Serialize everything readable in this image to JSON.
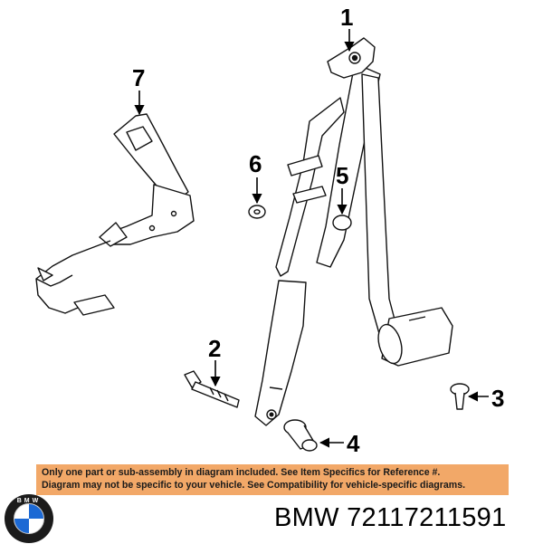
{
  "callouts": {
    "c1": "1",
    "c2": "2",
    "c3": "3",
    "c4": "4",
    "c5": "5",
    "c6": "6",
    "c7": "7"
  },
  "notice": {
    "line1": "Only one part or sub-assembly in diagram included. See Item Specifics for Reference #.",
    "line2": "Diagram may not be specific to your vehicle. See Compatibility for vehicle-specific diagrams.",
    "background_color": "#f2a868"
  },
  "logo": {
    "icon": "bmw-roundel-icon",
    "lettering": "BMW",
    "colors": {
      "ring": "#1b1b1b",
      "blue": "#1c69d4",
      "white": "#ffffff"
    }
  },
  "part_label": "BMW 72117211591"
}
